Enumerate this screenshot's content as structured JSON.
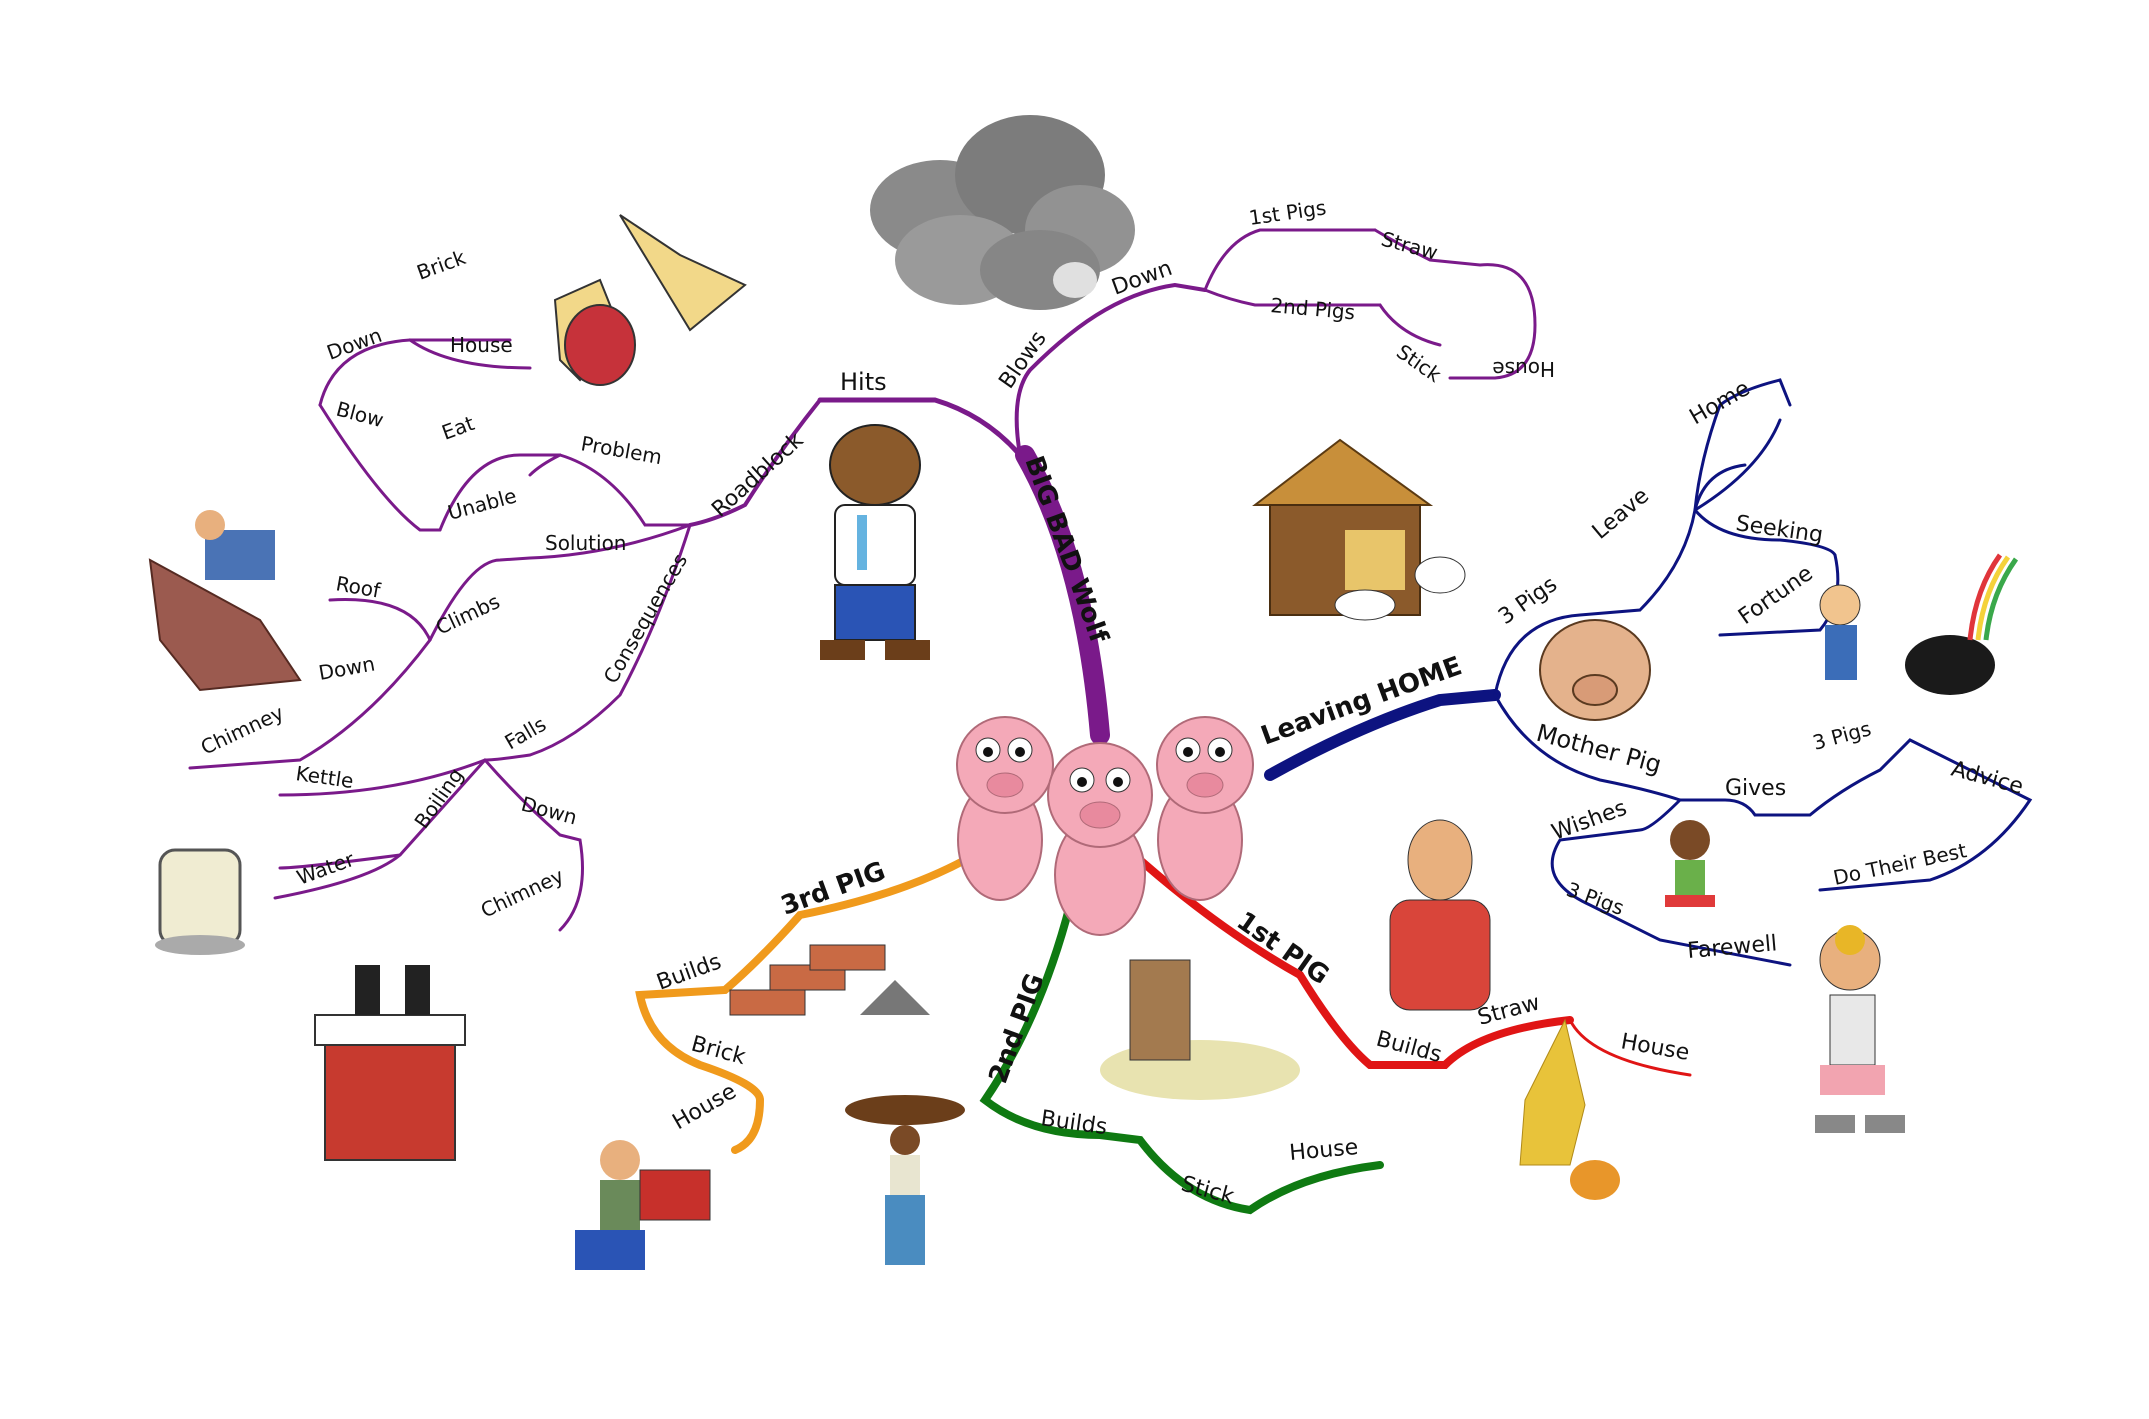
{
  "center": {
    "name": "three-pigs",
    "color": "#f4a9b8"
  },
  "colors": {
    "wolf": "#7a1a8a",
    "home": "#0d1380",
    "pig1": "#e01515",
    "pig2": "#0f7a12",
    "pig3": "#f09a1c"
  },
  "branches": {
    "wolf": {
      "title": "BIG BAD Wolf",
      "hits": "Hits",
      "blows": "Blows",
      "down": "Down",
      "pigs1": "1st Pigs",
      "straw": "Straw",
      "pigs2": "2nd Pigs",
      "stick": "Stick",
      "house": "House",
      "roadblock": "Roadblock",
      "problem": "Problem",
      "eat": "Eat",
      "unable": "Unable",
      "blow": "Blow",
      "down2": "Down",
      "brick": "Brick",
      "house2": "House",
      "solution": "Solution",
      "climbs": "Climbs",
      "roof": "Roof",
      "down3": "Down",
      "chimney": "Chimney",
      "consequences": "Consequences",
      "falls": "Falls",
      "boiling": "Boiling",
      "kettle": "Kettle",
      "water": "Water",
      "down4": "Down",
      "chimney2": "Chimney"
    },
    "home": {
      "title": "Leaving HOME",
      "pigs3": "3 Pigs",
      "leave": "Leave",
      "home": "Home",
      "seeking": "Seeking",
      "fortune": "Fortune",
      "mother": "Mother Pig",
      "gives": "Gives",
      "pigs3b": "3 Pigs",
      "advice": "Advice",
      "best": "Do Their Best",
      "wishes": "Wishes",
      "pigs3c": "3 Pigs",
      "farewell": "Farewell"
    },
    "pig1": {
      "title": "1st PIG",
      "builds": "Builds",
      "straw": "Straw",
      "house": "House"
    },
    "pig2": {
      "title": "2nd PIG",
      "builds": "Builds",
      "stick": "Stick",
      "house": "House"
    },
    "pig3": {
      "title": "3rd PIG",
      "builds": "Builds",
      "brick": "Brick",
      "house": "House"
    }
  },
  "illustrations": [
    "storm-cloud",
    "yellow-wolf",
    "big-bad-wolf",
    "barn-with-animals",
    "pig-face",
    "man-with-rainbow-pot",
    "roofer",
    "kettle",
    "chimney-legs",
    "boy-waving",
    "man-drinking",
    "runner-with-medal",
    "brick-pile",
    "boy-carrying-bricks",
    "woman-carrying-sticks",
    "tree-stump",
    "straw-bundle",
    "three-pigs"
  ]
}
